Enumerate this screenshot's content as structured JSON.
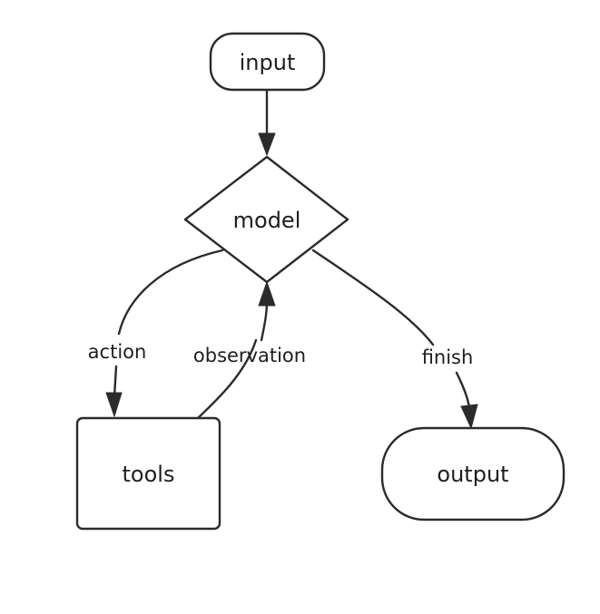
{
  "nodes": {
    "input": "input",
    "model": "model",
    "tools": "tools",
    "output": "output"
  },
  "edges": {
    "action": "action",
    "observation": "observation",
    "finish": "finish"
  },
  "colors": {
    "stroke": "#2b2b2b",
    "text": "#1e1e1e",
    "background": "#ffffff"
  }
}
